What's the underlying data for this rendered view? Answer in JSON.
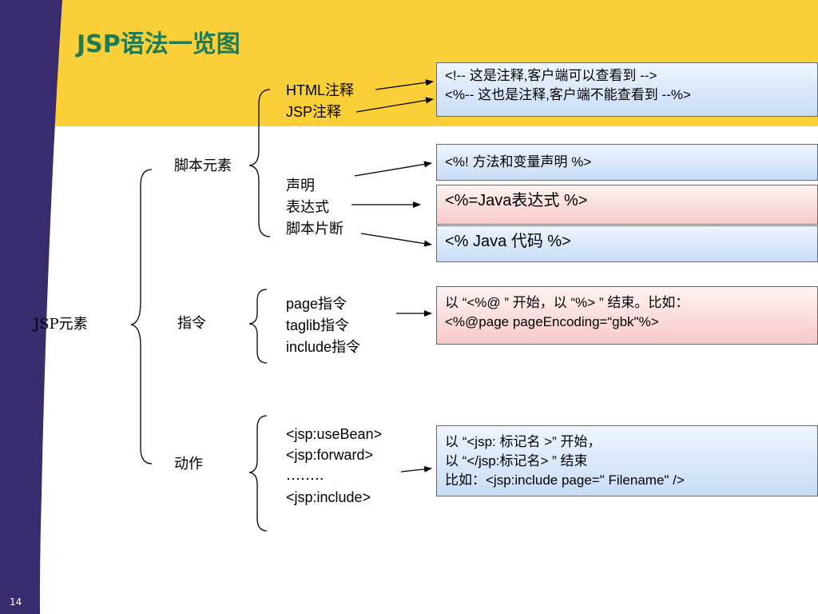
{
  "slide": {
    "title": "JSP语法一览图",
    "page_number": "14"
  },
  "tree": {
    "root": "JSP元素",
    "groups": {
      "script": {
        "label": "脚本元素",
        "items": [
          "HTML注释",
          "JSP注释",
          "声明",
          "表达式",
          "脚本片断"
        ]
      },
      "directive": {
        "label": "指令",
        "items": [
          "page指令",
          "taglib指令",
          "include指令"
        ]
      },
      "action": {
        "label": "动作",
        "items": [
          "<jsp:useBean>",
          "<jsp:forward>",
          "……..",
          "<jsp:include>"
        ]
      }
    }
  },
  "boxes": {
    "comments": [
      "<!-- 这是注释,客户端可以查看到 -->",
      "<%-- 这也是注释,客户端不能查看到 --%>"
    ],
    "declaration": "<%! 方法和变量声明 %>",
    "expression": "<%=Java表达式 %>",
    "scriptlet": "<% Java 代码 %>",
    "directive": [
      "以 “<%@ ” 开始，以 “%> ” 结束。比如：",
      "<%@page pageEncoding=“gbk\"%>"
    ],
    "action": [
      "以 “<jsp: 标记名 >” 开始，",
      "以 “</jsp:标记名>  ” 结束",
      "比如：<jsp:include page=\" Filename\" />"
    ]
  },
  "colors": {
    "band": "#fbcf38",
    "sidebar": "#3a2a6e",
    "title": "#1f7b54",
    "box_blue": "#c8dcf6",
    "box_pink": "#f8c9c9"
  }
}
